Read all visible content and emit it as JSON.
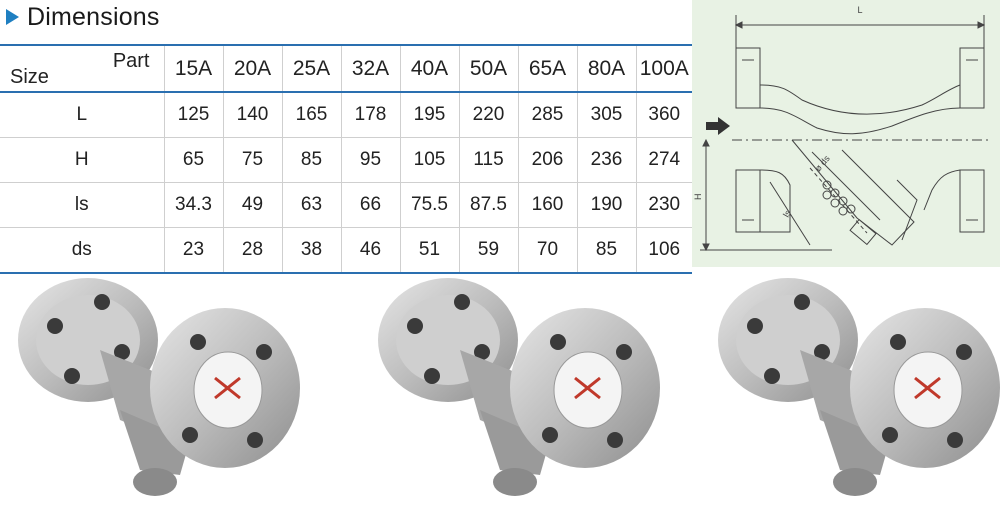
{
  "section": {
    "title": "Dimensions"
  },
  "table": {
    "corner_part": "Part",
    "corner_size": "Size",
    "columns": [
      "15A",
      "20A",
      "25A",
      "32A",
      "40A",
      "50A",
      "65A",
      "80A",
      "100A"
    ],
    "rows": [
      {
        "label": "L",
        "values": [
          "125",
          "140",
          "165",
          "178",
          "195",
          "220",
          "285",
          "305",
          "360"
        ]
      },
      {
        "label": "H",
        "values": [
          "65",
          "75",
          "85",
          "95",
          "105",
          "115",
          "206",
          "236",
          "274"
        ]
      },
      {
        "label": "ls",
        "values": [
          "34.3",
          "49",
          "63",
          "66",
          "75.5",
          "87.5",
          "160",
          "190",
          "230"
        ]
      },
      {
        "label": "ds",
        "values": [
          "23",
          "28",
          "38",
          "46",
          "51",
          "59",
          "70",
          "85",
          "106"
        ]
      }
    ]
  },
  "drawing": {
    "dim_L": "L",
    "dim_H": "H",
    "dim_ls": "ls",
    "dim_ds": "ø ds"
  },
  "colors": {
    "accent": "#1f7fc1",
    "table_rule": "#2a6fb0",
    "drawing_bg": "#e8f2e4"
  }
}
